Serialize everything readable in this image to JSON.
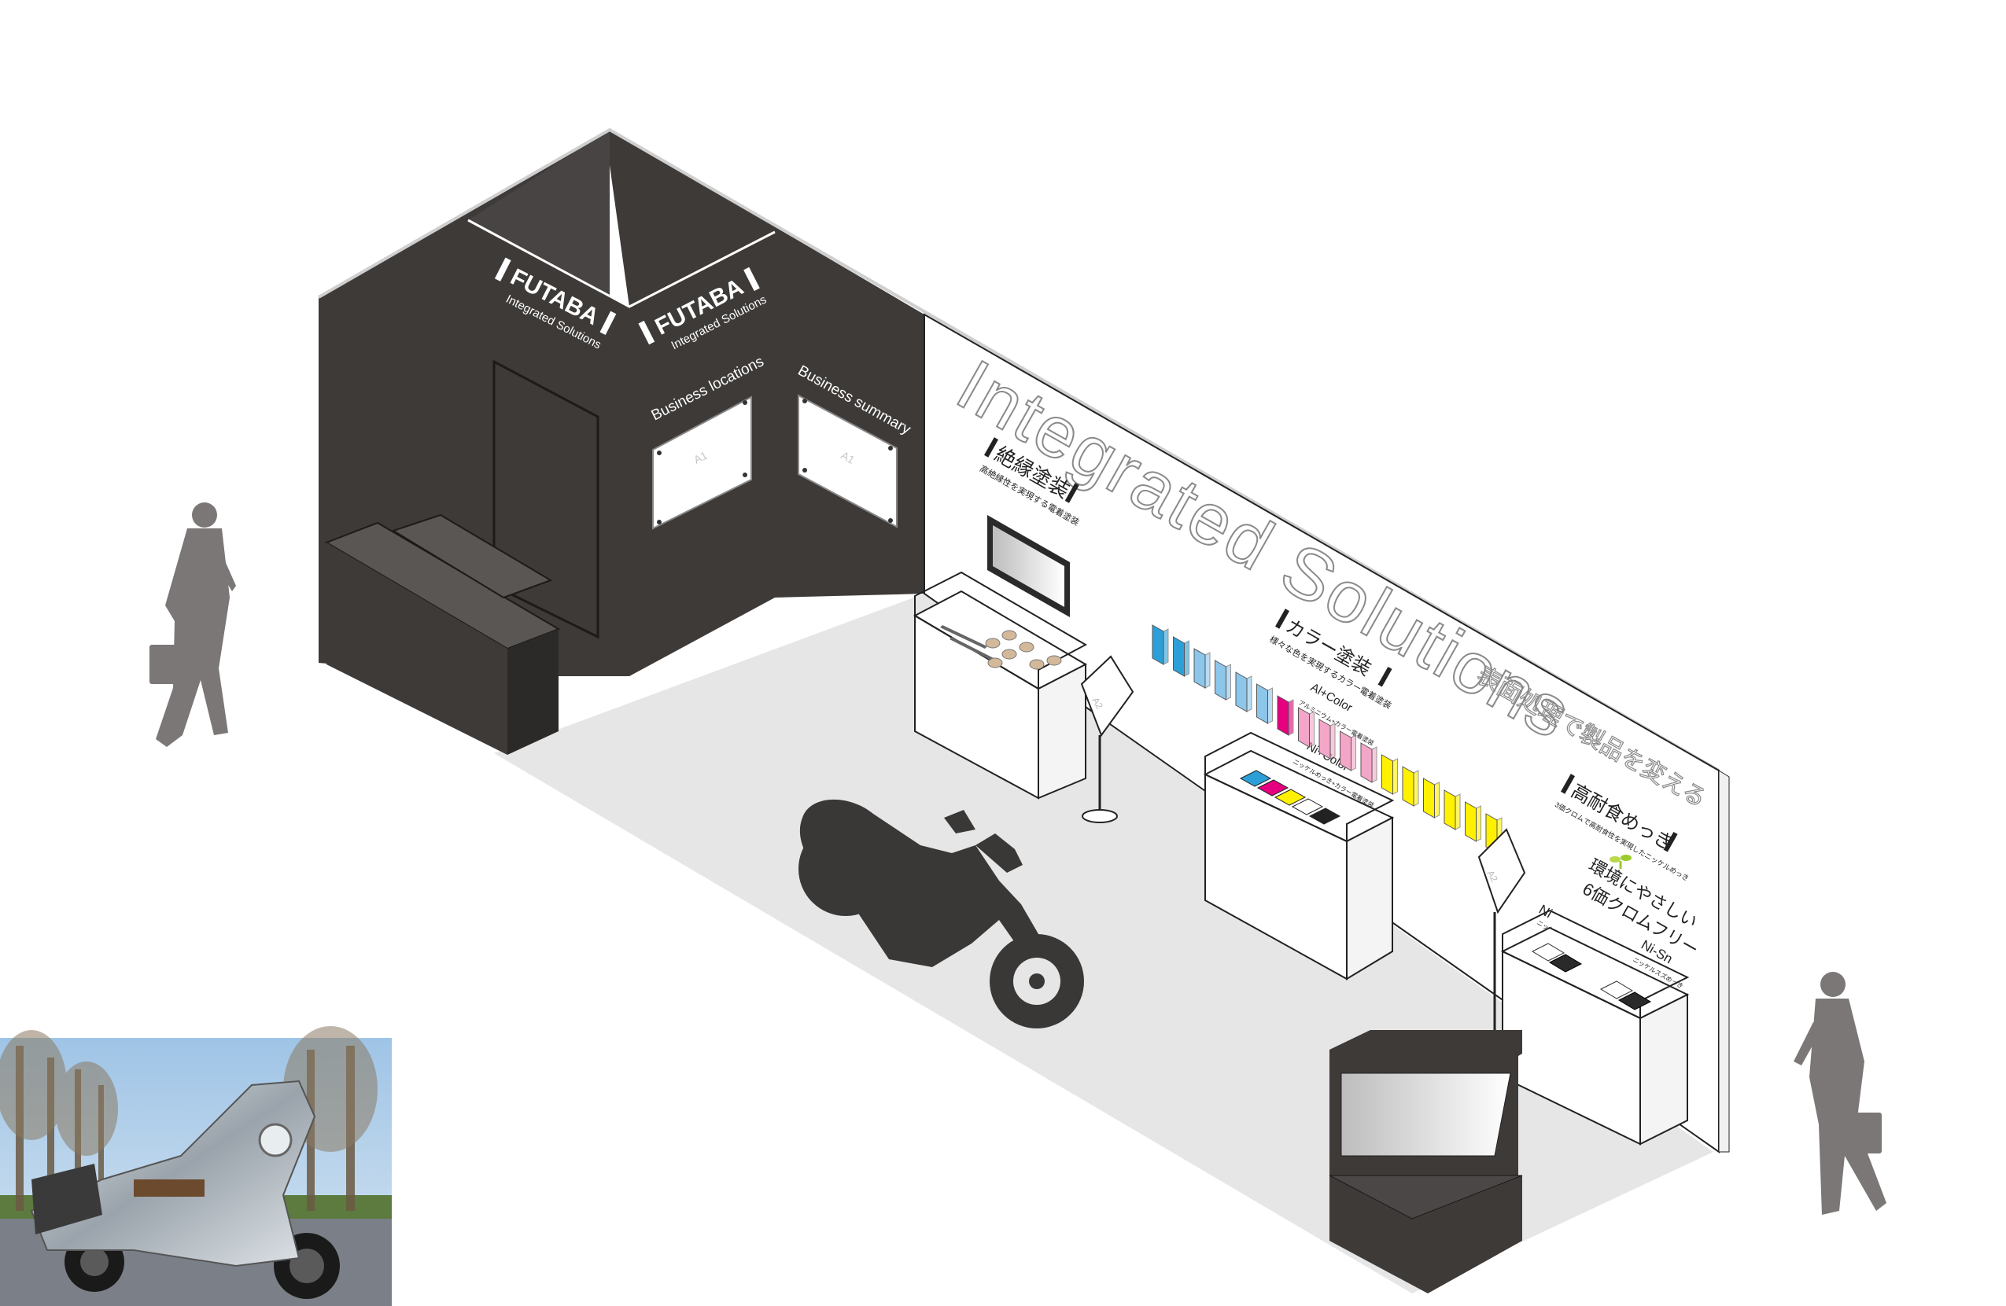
{
  "booth": {
    "brand_left": "FUTABA",
    "brand_left_sub": "Integrated Solutions",
    "brand_right": "FUTABA",
    "brand_right_sub": "Integrated Solutions",
    "panel_business_locations": "Business locations",
    "panel_business_summary": "Business summary",
    "size_a1_left": "A1",
    "size_a1_right": "A1",
    "wall_headline": "Integrated Solutions",
    "wall_tagline": "表面処理で製品を変える",
    "section_insulation": "絶縁塗装",
    "section_insulation_sub": "高絶縁性を実現する電着塗装",
    "section_color": "カラー塗装",
    "section_color_sub": "様々な色を実現するカラー電着塗装",
    "label_al_color": "Al+Color",
    "label_al_color_sub": "アルミニウム+カラー電着塗装",
    "label_ni_color": "Ni+Color",
    "label_ni_color_sub": "ニッケルめっき+カラー電着塗装",
    "section_plating": "高耐食めっき",
    "section_plating_sub": "3価クロムで高耐食性を実現したニッケルめっき",
    "eco_line1": "環境にやさしい",
    "eco_line2": "6価クロムフリー",
    "label_ni": "Ni",
    "label_ni_sub": "ニッケルめっき",
    "label_nisn": "Ni-Sn",
    "label_nisn_sub": "ニッケルスズめっき",
    "sign_a2_1": "A2",
    "sign_a2_2": "A2"
  },
  "colors": {
    "wall_dark": "#3d3a38",
    "floor": "#e6e6e6",
    "cyan": "#2d9fd8",
    "light_blue": "#8cc6ea",
    "magenta": "#e4007f",
    "pink": "#f4a6c8",
    "yellow": "#fff100",
    "silhouette": "#7a7776"
  },
  "icons": [
    "person-walking-icon",
    "motorcycle-icon",
    "monitor-icon",
    "sprout-icon"
  ]
}
